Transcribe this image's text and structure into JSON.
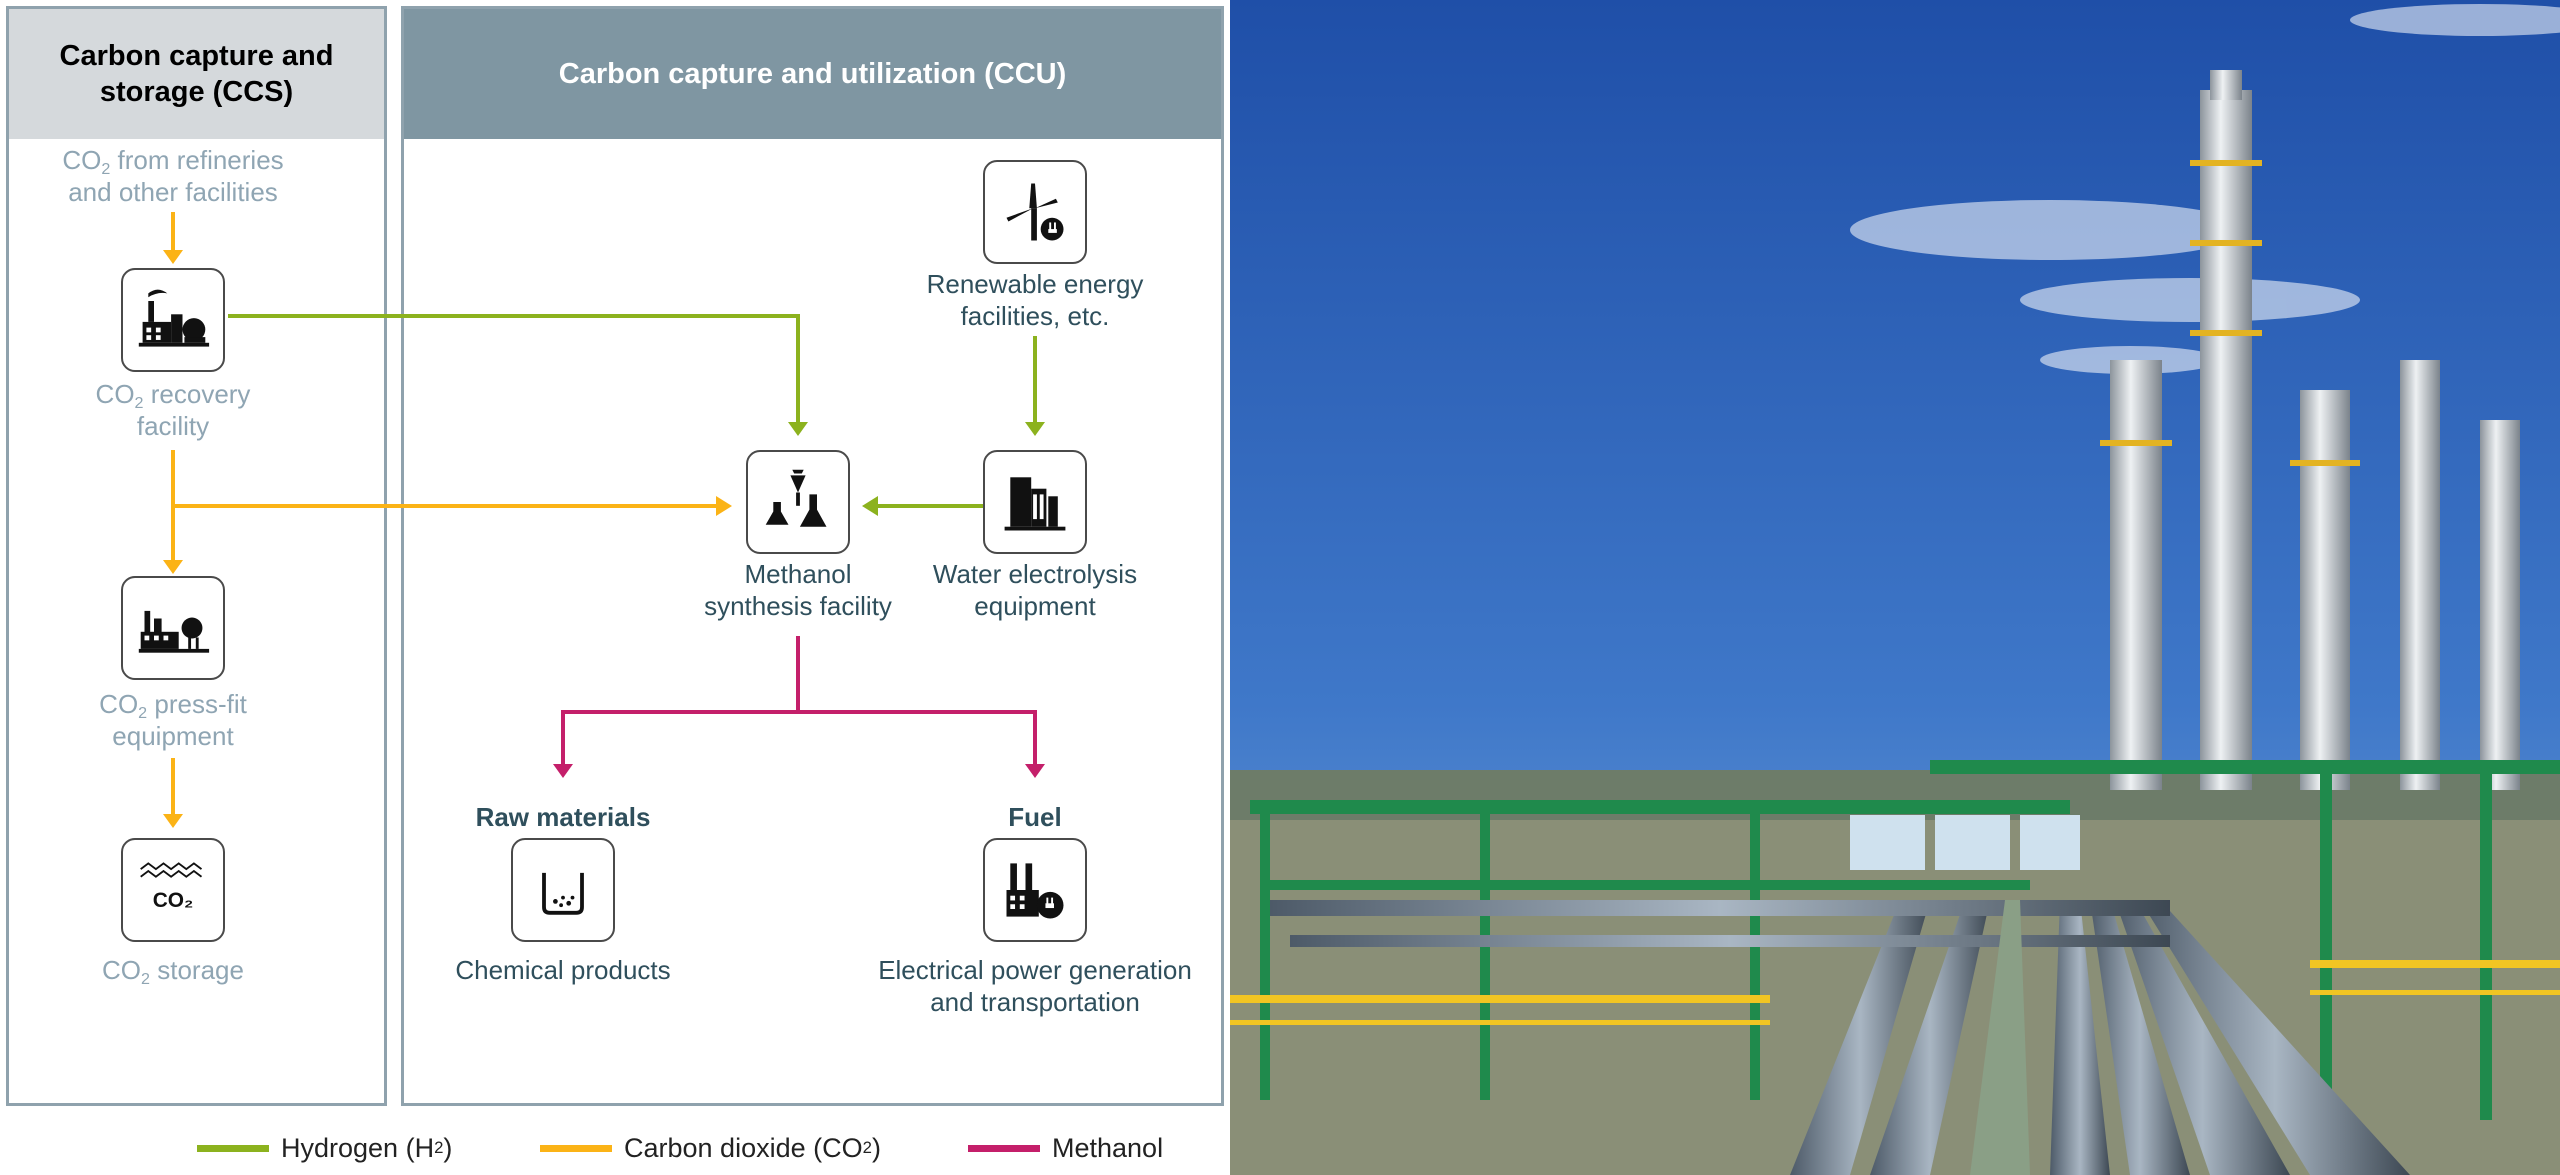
{
  "diagram": {
    "ccs_title": "Carbon capture and storage (CCS)",
    "ccu_title": "Carbon capture and utilization (CCU)",
    "co2_prefix": "CO",
    "co2_sub": "2",
    "sources": {
      "line1_rest": " from refineries",
      "line2": "and other facilities"
    },
    "recovery": {
      "line1_rest": " recovery",
      "line2": "facility"
    },
    "pressfit": {
      "line1_rest": " press-fit",
      "line2": "equipment"
    },
    "storage": {
      "line1_rest": " storage",
      "icon_text": "CO₂"
    },
    "renewable": {
      "line1": "Renewable energy",
      "line2": "facilities, etc."
    },
    "electrolysis": {
      "line1": "Water electrolysis",
      "line2": "equipment"
    },
    "methanol": {
      "line1": "Methanol",
      "line2": "synthesis facility"
    },
    "raw_materials": {
      "heading": "Raw materials",
      "label": "Chemical products"
    },
    "fuel": {
      "heading": "Fuel",
      "line1": "Electrical power generation",
      "line2": "and transportation"
    }
  },
  "legend": {
    "hydrogen": {
      "label": "Hydrogen (H",
      "sub": "2",
      "close": ")",
      "color": "#8cb21e"
    },
    "carbon_dioxide": {
      "label": "Carbon dioxide (CO",
      "sub": "2",
      "close": ")",
      "color": "#fbb316"
    },
    "methanol": {
      "label": "Methanol",
      "color": "#c41f6a"
    }
  },
  "icons": [
    "factory-icon",
    "wind-turbine-icon",
    "electrolysis-plant-icon",
    "lab-flask-icon",
    "industrial-plant-icon",
    "underground-storage-icon",
    "beaker-icon",
    "power-plug-factory-icon"
  ],
  "photo": {
    "description_icon": "refinery-photo"
  }
}
